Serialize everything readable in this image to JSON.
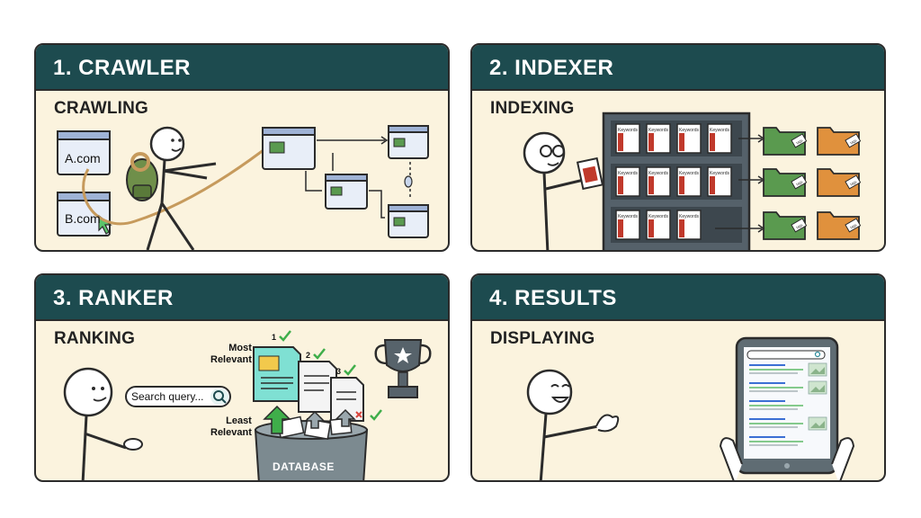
{
  "panels": [
    {
      "title": "1. CRAWLER",
      "subtitle": "CRAWLING",
      "sites": [
        "A.com",
        "B.com"
      ]
    },
    {
      "title": "2. INDEXER",
      "subtitle": "INDEXING",
      "doc_label": "Keywords",
      "tag_label": "tags"
    },
    {
      "title": "3. RANKER",
      "subtitle": "RANKING",
      "search_placeholder": "Search query...",
      "most_relevant": "Most\nRelevant",
      "least_relevant": "Least\nRelevant",
      "ranks": [
        "1",
        "2",
        "3"
      ],
      "database_label": "DATABASE"
    },
    {
      "title": "4. RESULTS",
      "subtitle": "DISPLAYING"
    }
  ],
  "colors": {
    "header": "#1d4b4f",
    "panel_bg": "#fbf3de",
    "green_folder": "#5a9a4f",
    "orange_folder": "#e0913d",
    "teal_doc": "#6fd4c8",
    "check_green": "#3fae4a",
    "arrow_green": "#3fae4a",
    "cross_red": "#d9453c",
    "database": "#7c8a90"
  }
}
